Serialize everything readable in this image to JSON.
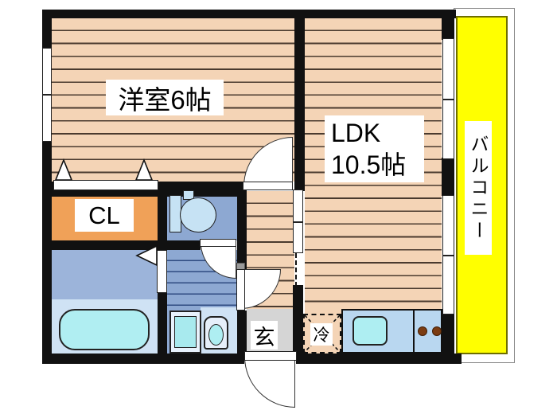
{
  "floorplan": {
    "rooms": {
      "western_room": {
        "label": "洋室6帖"
      },
      "ldk": {
        "name": "LDK",
        "size": "10.5帖"
      },
      "closet": {
        "label": "CL"
      },
      "entrance": {
        "label": "玄"
      },
      "balcony": {
        "label": "バルコニー"
      },
      "kitchen": {
        "refrigerator_label": "冷"
      }
    },
    "colors": {
      "wall": "#111111",
      "floor_wood": "#f4d4b6",
      "closet_orange": "#f0a158",
      "toilet_washroom_blue": "#8da8d2",
      "bathroom_upper_blue": "#9cb4da",
      "bathroom_lower_blue": "#cfe2f4",
      "fixture_cyan": "#aeeef2",
      "kitchen_counter_blue": "#b9d7f0",
      "entrance_gray": "#d5d5d5",
      "balcony_yellow": "#ffff00",
      "balcony_border": "#6e6e00",
      "burner_brown": "#7b3c12"
    }
  }
}
